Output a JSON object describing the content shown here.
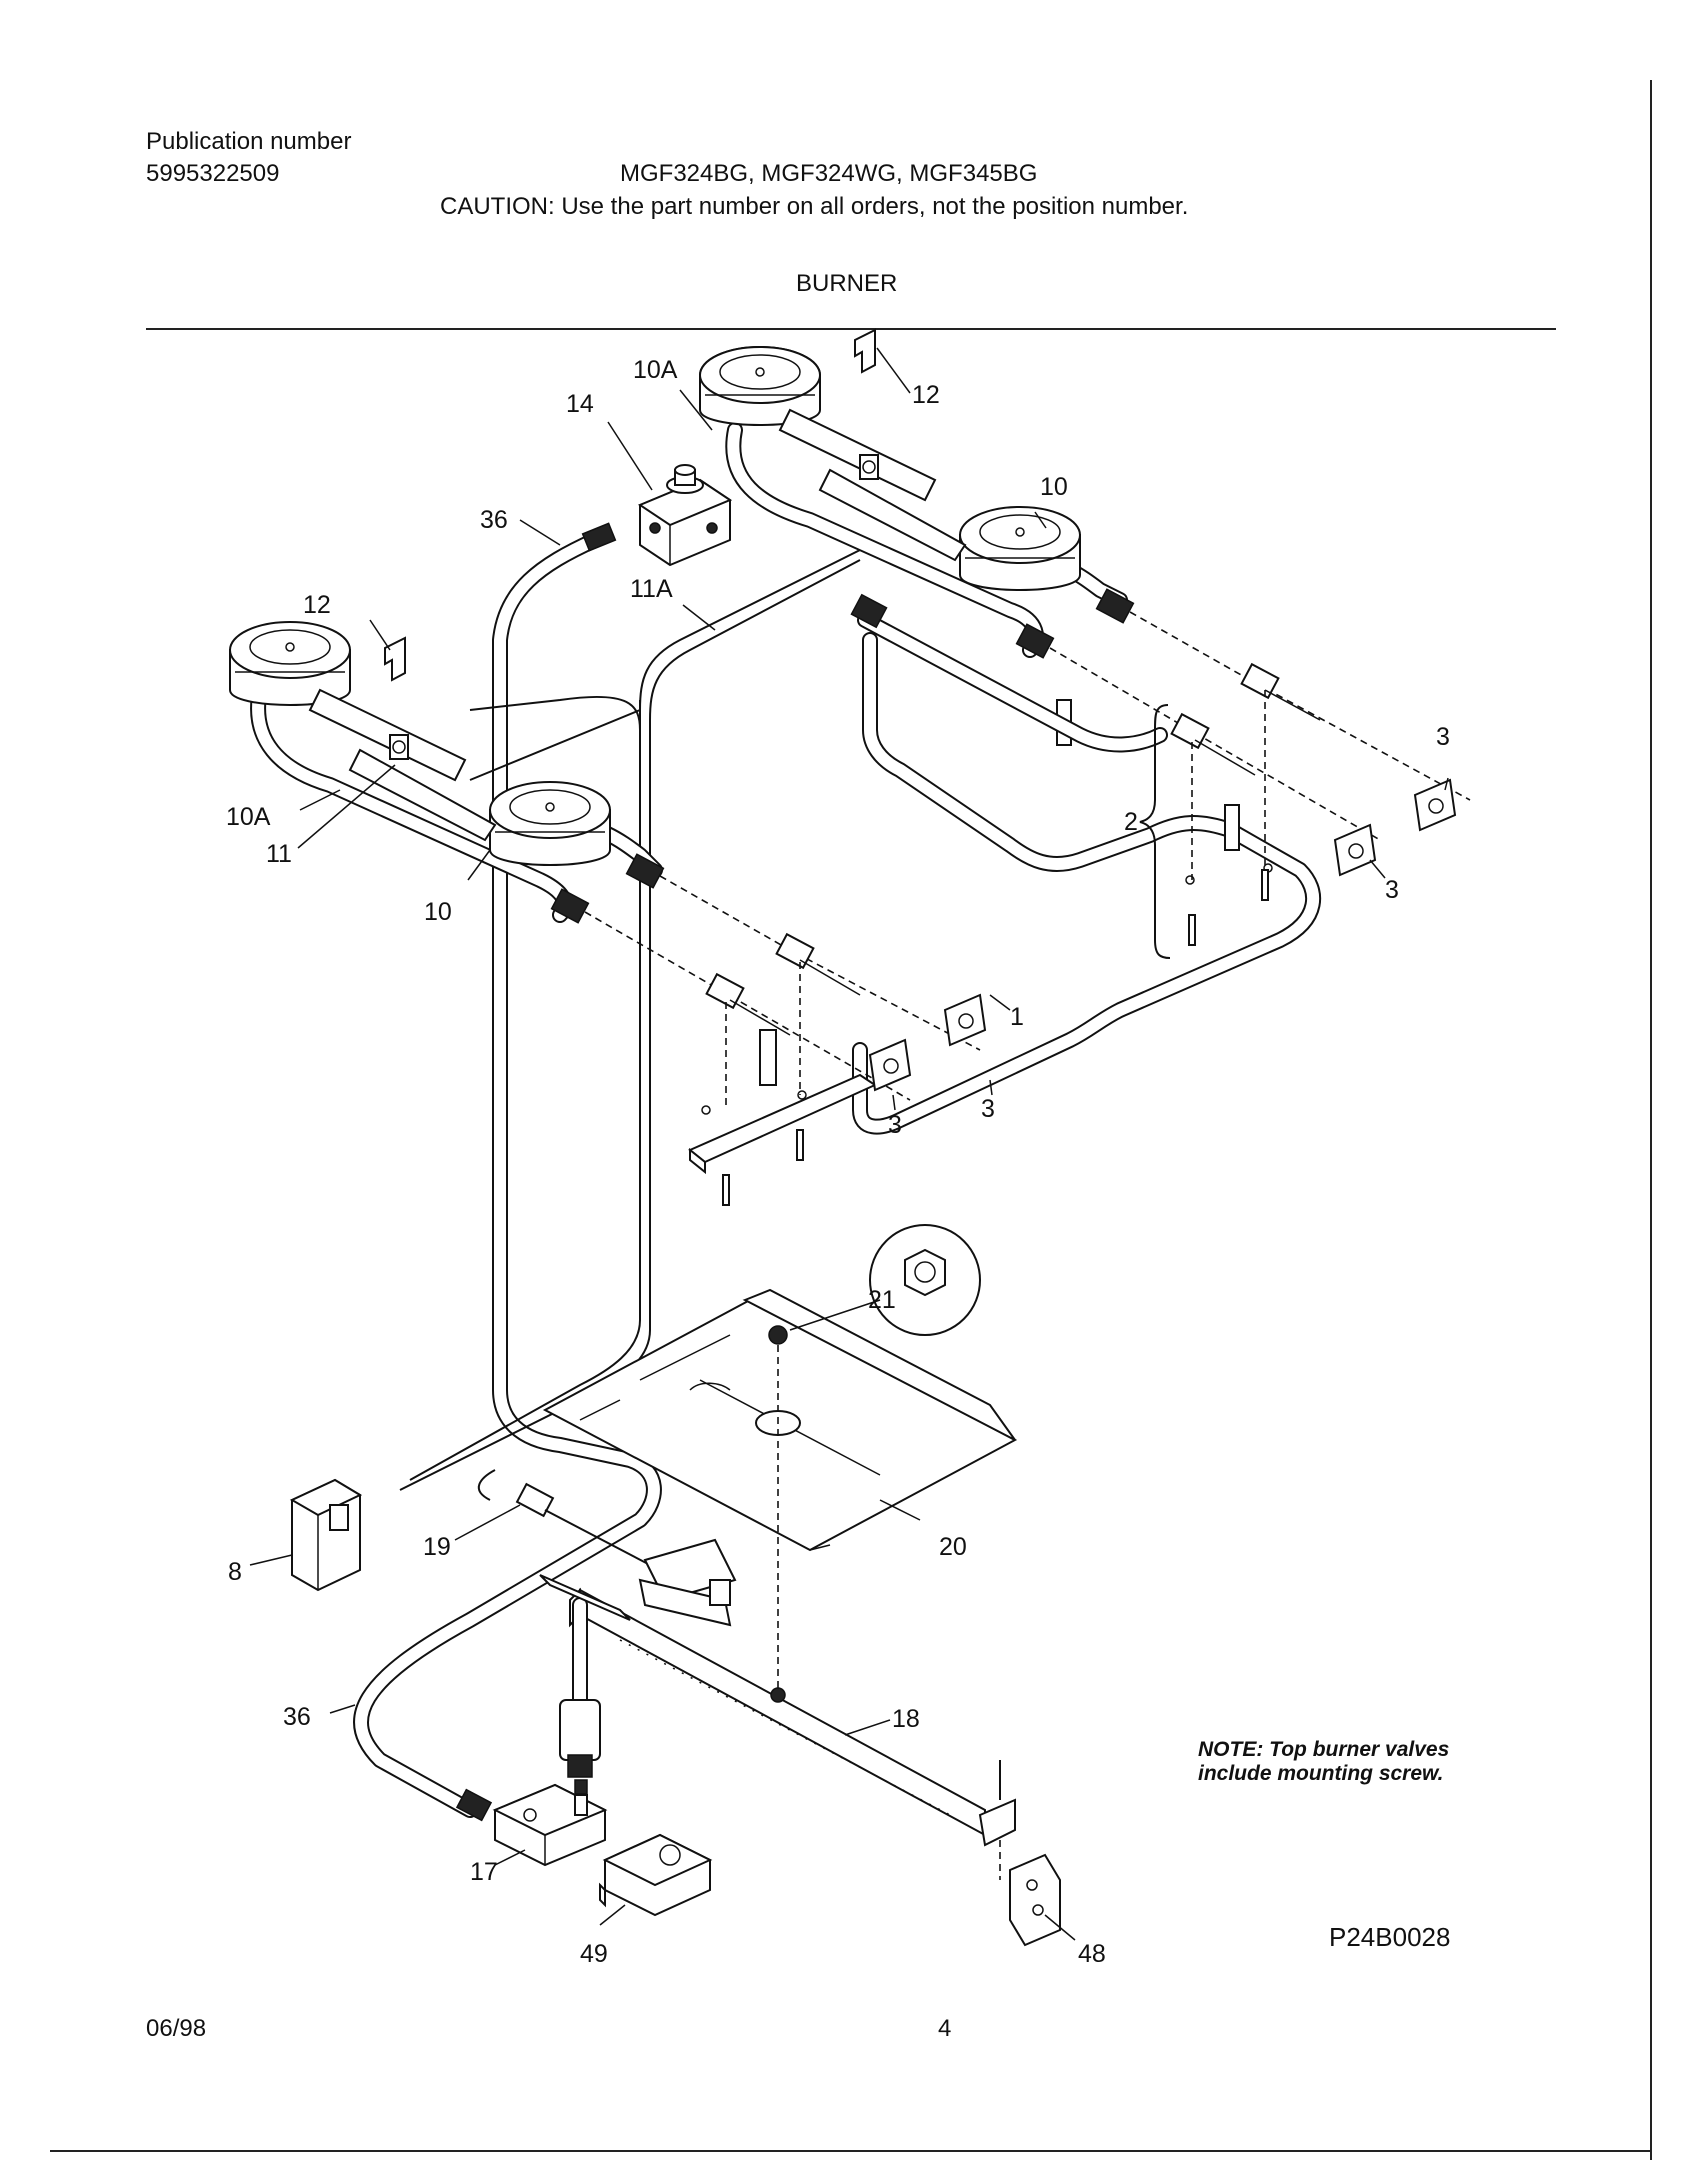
{
  "header": {
    "publication_label": "Publication number",
    "publication_number": "5995322509",
    "models": "MGF324BG,  MGF324WG,  MGF345BG",
    "caution": "CAUTION:  Use the part number on all orders, not the position number.",
    "section_title": "BURNER"
  },
  "note": "NOTE: Top burner valves include mounting screw.",
  "diagram_code": "P24B0028",
  "footer": {
    "date": "06/98",
    "page": "4"
  },
  "callouts": {
    "c1": "1",
    "c2": "2",
    "c3a": "3",
    "c3b": "3",
    "c3c": "3",
    "c3d": "3",
    "c8": "8",
    "c10a": "10",
    "c10b": "10",
    "c10A_a": "10A",
    "c10A_b": "10A",
    "c11": "11",
    "c11A": "11A",
    "c12a": "12",
    "c12b": "12",
    "c14": "14",
    "c17": "17",
    "c18": "18",
    "c19": "19",
    "c20": "20",
    "c21": "21",
    "c36a": "36",
    "c36b": "36",
    "c48": "48",
    "c49": "49"
  }
}
